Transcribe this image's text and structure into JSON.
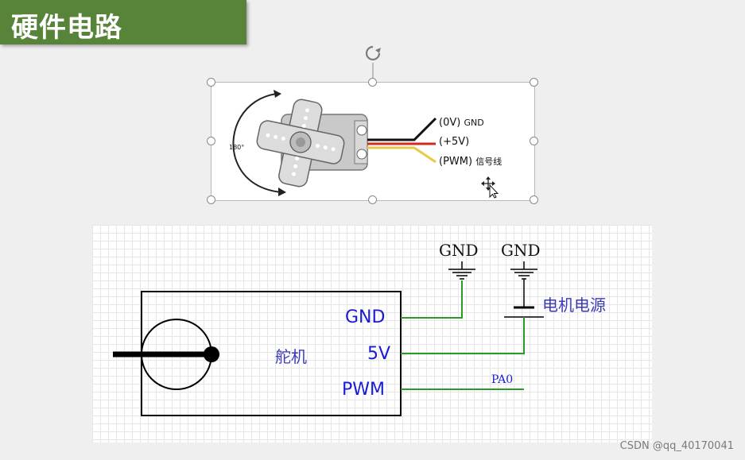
{
  "slide": {
    "title": "硬件电路",
    "watermark": "CSDN @qq_40170041"
  },
  "servo_image": {
    "angle_label": "180°",
    "wires": [
      {
        "prefix": "(0V)",
        "suffix": "GND",
        "color": "#111111"
      },
      {
        "prefix": "(+5V)",
        "suffix": "",
        "color": "#d42a1c"
      },
      {
        "prefix": "(PWM)",
        "suffix": "信号线",
        "color": "#e8c84a"
      }
    ]
  },
  "schematic": {
    "gnd_label_1": "GND",
    "gnd_label_2": "GND",
    "power_label": "电机电源",
    "servo_label": "舵机",
    "pins": [
      "GND",
      "5V",
      "PWM"
    ],
    "net_label": "PA0",
    "wire_color": "#2a9a2a",
    "pin_color": "#1a1ad6"
  }
}
